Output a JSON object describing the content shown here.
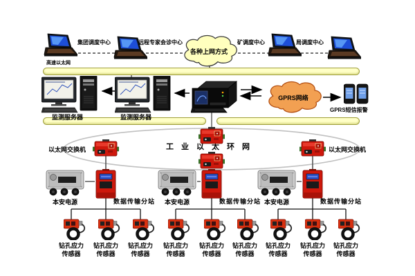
{
  "diagram": {
    "top_centers": [
      {
        "label": "集团调度中心"
      },
      {
        "label": "远程专家会诊中心"
      },
      {
        "label": "矿调度中心"
      },
      {
        "label": "局调度中心"
      }
    ],
    "internet_cloud": "各种上网方式",
    "backbone_label": "高速以太网",
    "servers": [
      {
        "label": "监测服务器"
      },
      {
        "label": "监测服务器"
      }
    ],
    "gprs_cloud": "GPRS网络",
    "gprs_alarm": "GPRS短信报警",
    "ring_label": "工业以太环网",
    "switch_left": "以太网交换机",
    "switch_right": "以太网交换机",
    "groups": [
      {
        "power": "本安电源",
        "station": "数据传输分站"
      },
      {
        "power": "本安电源",
        "station": "数据传输分站"
      },
      {
        "power": "本安电源",
        "station": "数据传输分站"
      }
    ],
    "sensor_label_line1": "钻孔应力",
    "sensor_label_line2": "传感器",
    "sensor_count": 9,
    "colors": {
      "bar_fill": "#ffffc6",
      "bar_border": "#9e9e3a",
      "internet_cloud_fill": "#ffffbe",
      "gprs_cloud_fill": "#f2a052",
      "device_red": "#ce180c",
      "ring_stroke": "#c0c0c0"
    }
  }
}
